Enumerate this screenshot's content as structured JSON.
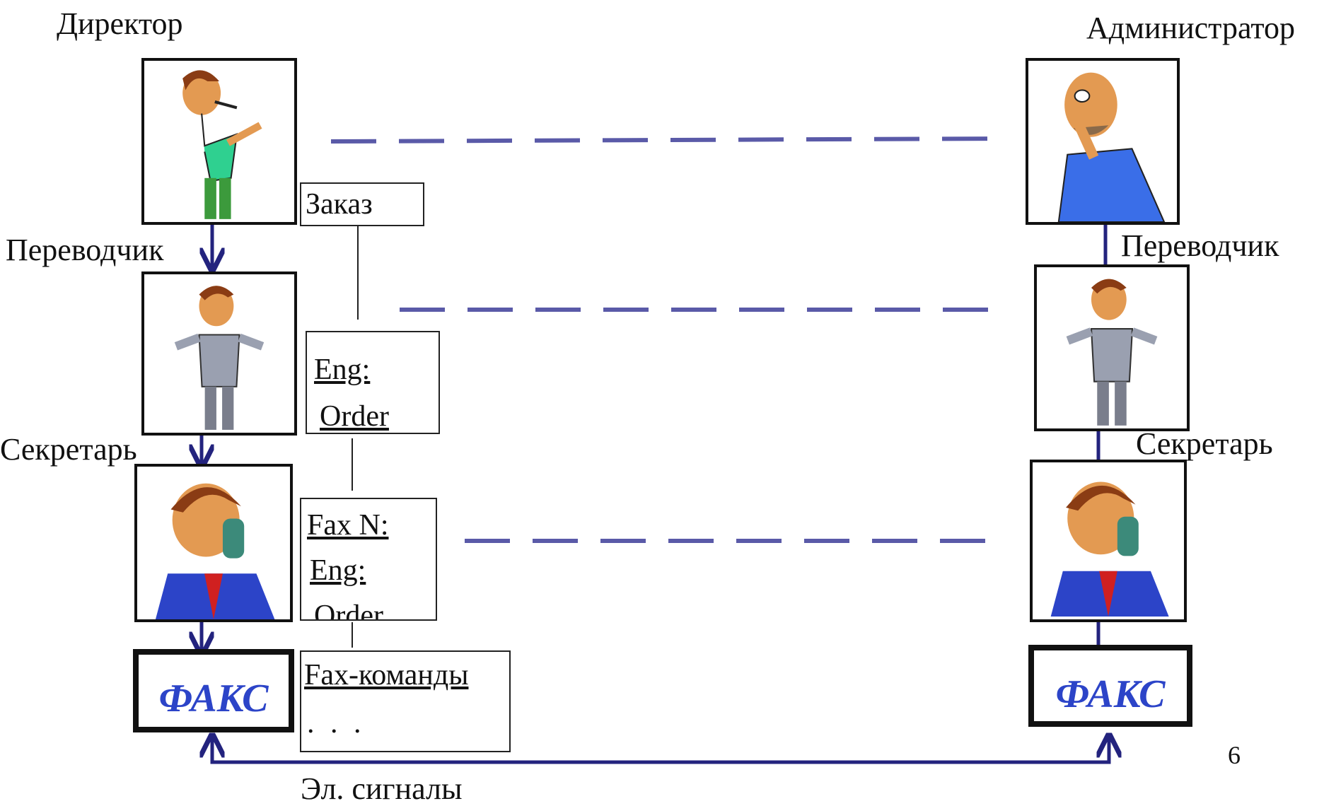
{
  "left": {
    "director_label": "Директор",
    "translator_label": "Переводчик",
    "secretary_label": "Секретарь",
    "fax_text": "ФАКС"
  },
  "right": {
    "administrator_label": "Администратор",
    "translator_label": "Переводчик",
    "secretary_label": "Секретарь",
    "fax_text": "ФАКС"
  },
  "messages": {
    "order_ru": "Заказ",
    "eng_label": "Eng:",
    "order_en": "Order",
    "fax_number_label": "Fax N:",
    "fax_eng_label": "Eng:",
    "fax_order": "Order",
    "fax_commands": "Fax-команды",
    "ellipsis": ". . ."
  },
  "signals_label": "Эл. сигналы",
  "page_number": "6",
  "colors": {
    "link_line": "#3a3a9a",
    "peer_dash": "#5a5aa8",
    "fax_text": "#2c44c8"
  }
}
